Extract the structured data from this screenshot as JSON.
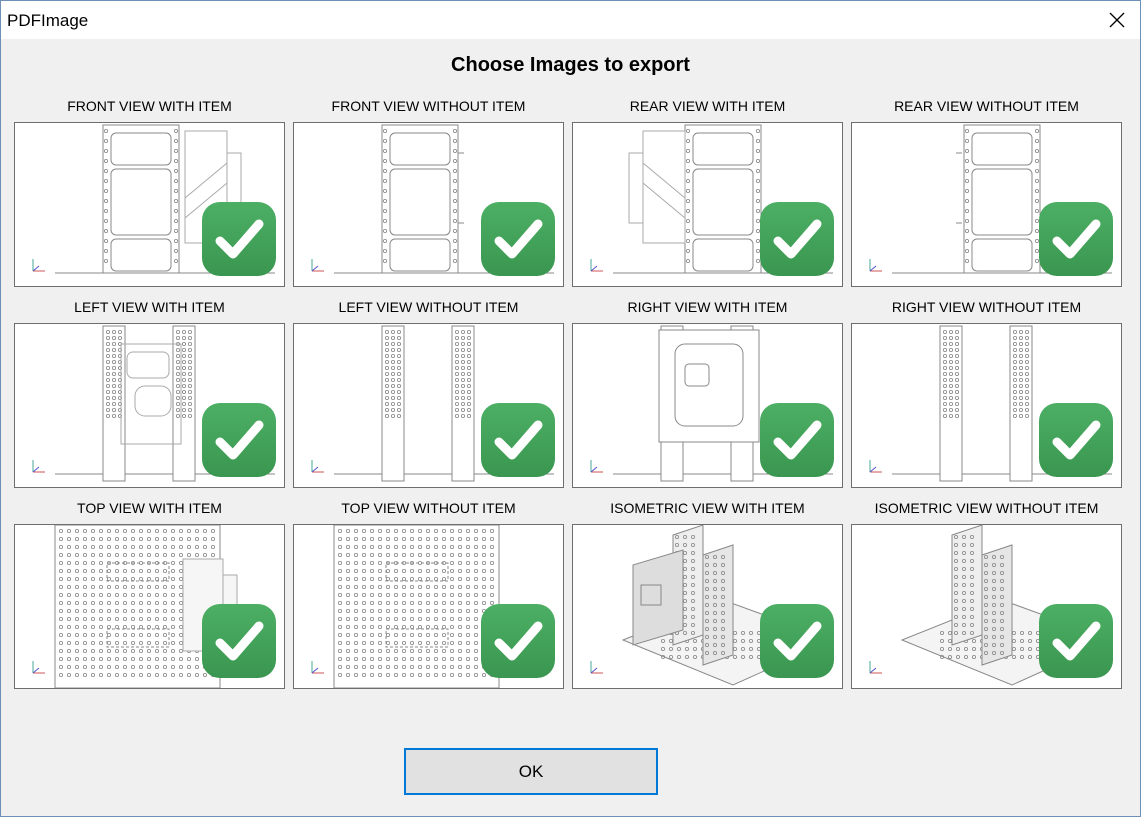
{
  "window": {
    "title": "PDFImage"
  },
  "heading": "Choose Images to export",
  "views": [
    {
      "label": "FRONT VIEW WITH ITEM",
      "drawing": "front-with",
      "checked": true
    },
    {
      "label": "FRONT VIEW WITHOUT ITEM",
      "drawing": "front-without",
      "checked": true
    },
    {
      "label": "REAR VIEW WITH ITEM",
      "drawing": "rear-with",
      "checked": true
    },
    {
      "label": "REAR VIEW WITHOUT ITEM",
      "drawing": "rear-without",
      "checked": true
    },
    {
      "label": "LEFT VIEW WITH ITEM",
      "drawing": "left-with",
      "checked": true
    },
    {
      "label": "LEFT VIEW WITHOUT ITEM",
      "drawing": "left-without",
      "checked": true
    },
    {
      "label": "RIGHT VIEW WITH ITEM",
      "drawing": "right-with",
      "checked": true
    },
    {
      "label": "RIGHT VIEW WITHOUT ITEM",
      "drawing": "right-without",
      "checked": true
    },
    {
      "label": "TOP VIEW WITH ITEM",
      "drawing": "top-with",
      "checked": true
    },
    {
      "label": "TOP VIEW WITHOUT ITEM",
      "drawing": "top-without",
      "checked": true
    },
    {
      "label": "ISOMETRIC VIEW WITH ITEM",
      "drawing": "iso-with",
      "checked": true
    },
    {
      "label": "ISOMETRIC VIEW WITHOUT ITEM",
      "drawing": "iso-without",
      "checked": true
    }
  ],
  "ok_label": "OK",
  "colors": {
    "check": "#4caf64",
    "check_dark": "#3a9650",
    "focus": "#0078d7"
  },
  "icons": {
    "close": "close-icon",
    "check": "checkmark-icon"
  }
}
